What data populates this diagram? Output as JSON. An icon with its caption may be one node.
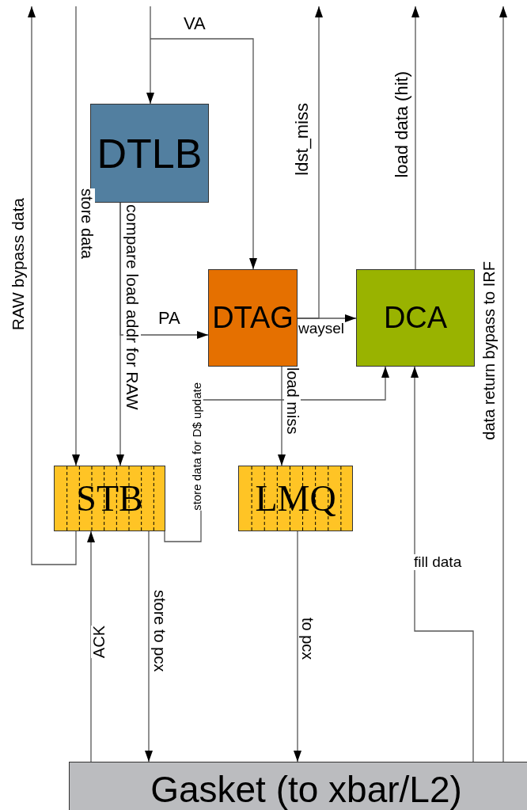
{
  "diagram": {
    "nodes": [
      {
        "text": [
          "DTLB"
        ]
      },
      {
        "text": [
          "DTAG"
        ]
      },
      {
        "text": [
          "DCA"
        ]
      },
      {
        "text": [
          "STB"
        ]
      },
      {
        "text": [
          "LMQ"
        ]
      },
      {
        "text": [
          "Gasket (to xbar/L2)"
        ]
      }
    ],
    "edges": [
      {
        "from": null,
        "to": 0,
        "arrow": "to"
      },
      {
        "from": null,
        "to": 1,
        "arrow": "to",
        "label": "VA"
      },
      {
        "from": 0,
        "to": 1,
        "arrow": "to",
        "label": "PA"
      },
      {
        "from": 0,
        "to": 3,
        "arrow": "to",
        "label": "compare load addr for RAW"
      },
      {
        "from": null,
        "to": 3,
        "arrow": "to",
        "label": "store data"
      },
      {
        "from": 3,
        "to": null,
        "arrow": "to",
        "label": "RAW bypass data"
      },
      {
        "from": 1,
        "to": 2,
        "arrow": "to",
        "label": "waysel"
      },
      {
        "from": 1,
        "to": null,
        "arrow": "to",
        "label": "ldst_miss"
      },
      {
        "from": 2,
        "to": null,
        "arrow": "to",
        "label": "load data (hit)"
      },
      {
        "from": 1,
        "to": 4,
        "arrow": "to",
        "label": "load miss"
      },
      {
        "from": 3,
        "to": 2,
        "arrow": "to",
        "label": "store data for D$ update"
      },
      {
        "from": 5,
        "to": 2,
        "arrow": "to",
        "label": "fill data"
      },
      {
        "from": 5,
        "to": null,
        "arrow": "to",
        "label": "data return bypass to IRF"
      },
      {
        "from": 5,
        "to": 3,
        "arrow": "to",
        "label": "ACK"
      },
      {
        "from": 3,
        "to": 5,
        "arrow": "to",
        "label": "store to pcx"
      },
      {
        "from": 4,
        "to": 5,
        "arrow": "to",
        "label": "to pcx"
      }
    ]
  }
}
